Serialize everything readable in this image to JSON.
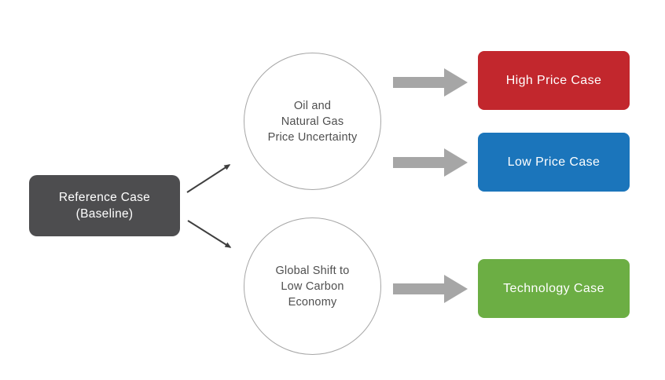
{
  "canvas": {
    "background": "#ffffff"
  },
  "nodes": {
    "reference": {
      "line1": "Reference Case",
      "line2": "(Baseline)",
      "color": "#4d4d4f",
      "text_color": "#ffffff"
    },
    "price_uncertainty_circle": {
      "line1": "Oil and",
      "line2": "Natural Gas",
      "line3": "Price Uncertainty",
      "border_color": "#a6a6a6",
      "text_color": "#4f4f4f"
    },
    "low_carbon_circle": {
      "line1": "Global Shift to",
      "line2": "Low Carbon",
      "line3": "Economy",
      "border_color": "#a6a6a6",
      "text_color": "#4f4f4f"
    }
  },
  "outcomes": [
    {
      "label": "High Price Case",
      "color": "#c2272d",
      "text_color": "#ffffff"
    },
    {
      "label": "Low Price Case",
      "color": "#1b75bb",
      "text_color": "#ffffff"
    },
    {
      "label": "Technology Case",
      "color": "#6cae44",
      "text_color": "#ffffff"
    }
  ],
  "connectors": {
    "thin_arrow_color": "#3f3f3f",
    "block_arrow_color": "#a6a6a6"
  }
}
